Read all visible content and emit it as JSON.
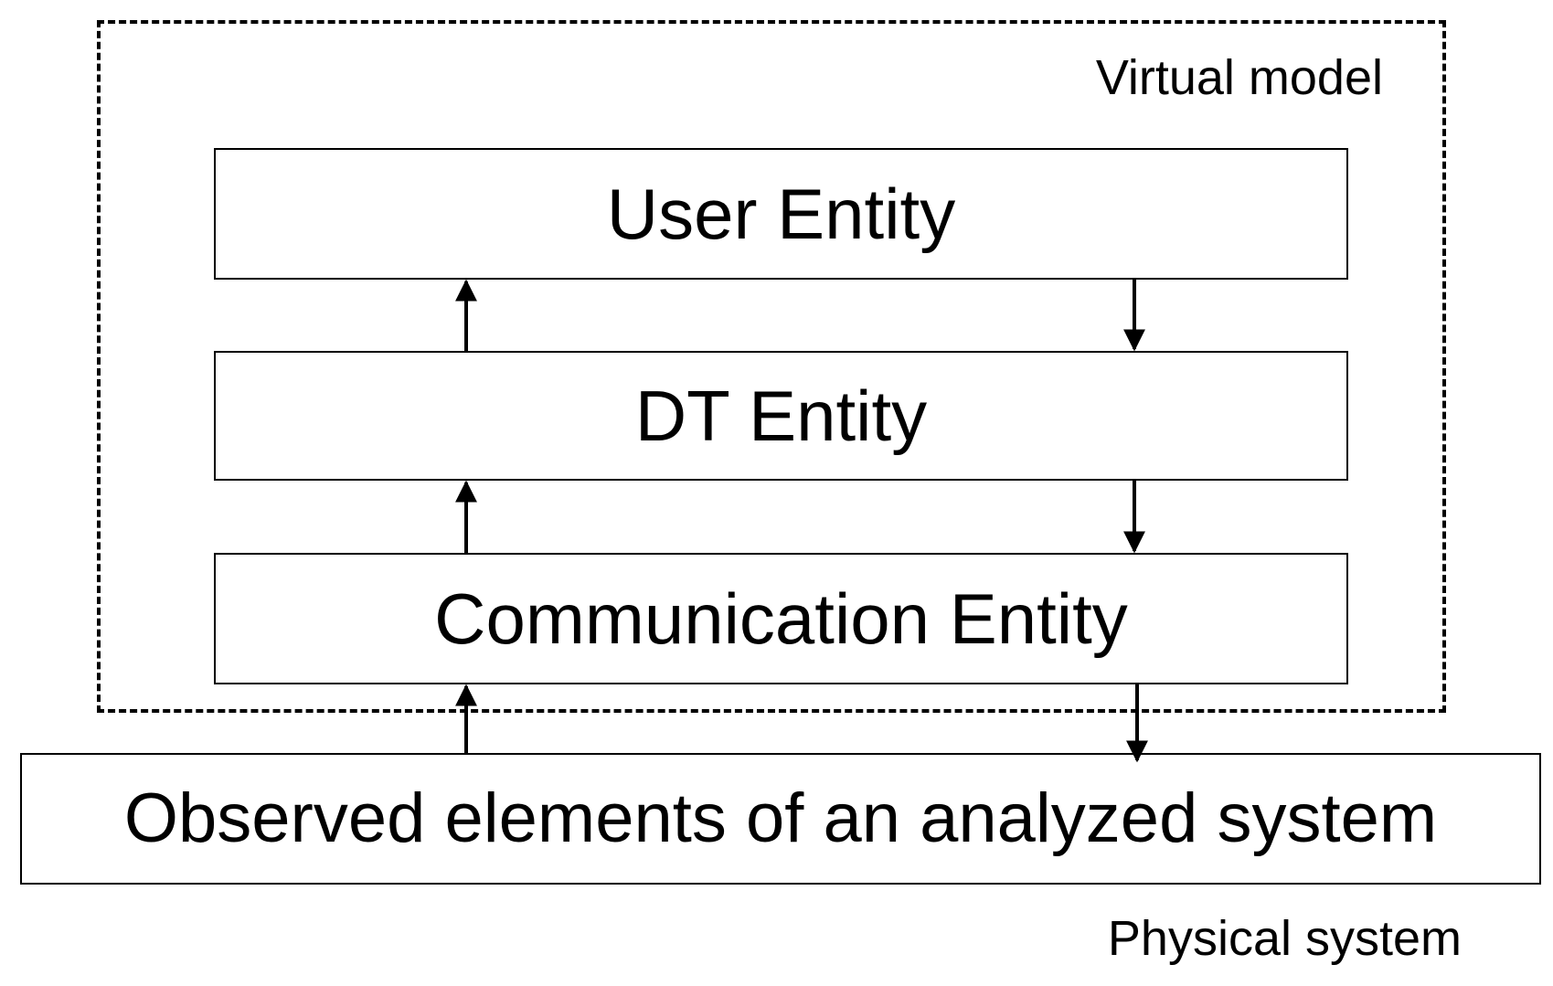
{
  "virtual_model": {
    "label": "Virtual model",
    "entities": [
      {
        "id": "user",
        "label": "User Entity"
      },
      {
        "id": "dt",
        "label": "DT Entity"
      },
      {
        "id": "communication",
        "label": "Communication Entity"
      }
    ]
  },
  "physical_system": {
    "label": "Physical system",
    "element": "Observed elements of an analyzed system"
  },
  "connections": [
    {
      "from": "observed",
      "to": "communication",
      "direction": "up"
    },
    {
      "from": "communication",
      "to": "observed",
      "direction": "down"
    },
    {
      "from": "communication",
      "to": "dt",
      "direction": "up"
    },
    {
      "from": "dt",
      "to": "communication",
      "direction": "down"
    },
    {
      "from": "dt",
      "to": "user",
      "direction": "up"
    },
    {
      "from": "user",
      "to": "dt",
      "direction": "down"
    }
  ]
}
